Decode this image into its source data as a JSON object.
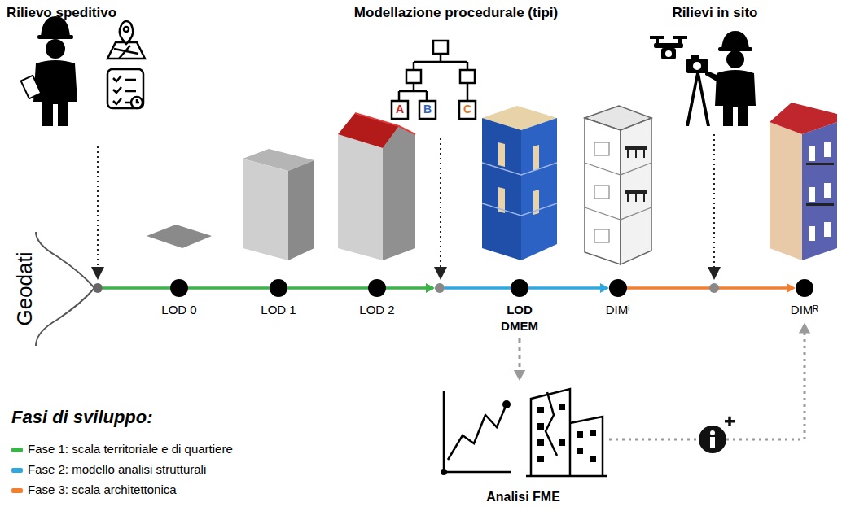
{
  "diagram": {
    "nodes": [
      {
        "text": [
          "LOD 0"
        ]
      },
      {
        "text": [
          "LOD 1"
        ]
      },
      {
        "text": [
          "LOD 2"
        ]
      },
      {
        "text": [
          "LOD DMEM"
        ]
      },
      {
        "text": [
          "DIMⁱ"
        ]
      },
      {
        "text": [
          "DIMᴿ"
        ]
      },
      {
        "text": [
          "Analisi FME"
        ]
      }
    ],
    "edges": [
      {
        "from": 0,
        "to": 1,
        "arrow": "none"
      },
      {
        "from": 1,
        "to": 2,
        "arrow": "none"
      },
      {
        "from": 2,
        "to": 3,
        "arrow": "to"
      },
      {
        "from": 3,
        "to": 4,
        "arrow": "to"
      },
      {
        "from": 4,
        "to": 5,
        "arrow": "to"
      },
      {
        "from": 3,
        "to": 6,
        "arrow": "to"
      },
      {
        "from": 6,
        "to": 5,
        "arrow": "to"
      }
    ],
    "labels": [
      "Rilievo speditivo",
      "Modellazione procedurale (tipi)",
      "Rilievi in sito",
      "A",
      "B",
      "C",
      "Geodati",
      "Fasi di sviluppo:"
    ],
    "legend": [
      {
        "text": "Fase 1: scala territoriale e di quartiere",
        "color": "#3cb24a"
      },
      {
        "text": "Fase 2: modello analisi strutturali",
        "color": "#2ea8e0"
      },
      {
        "text": "Fase 3: scala architettonica",
        "color": "#f0802f"
      }
    ]
  }
}
